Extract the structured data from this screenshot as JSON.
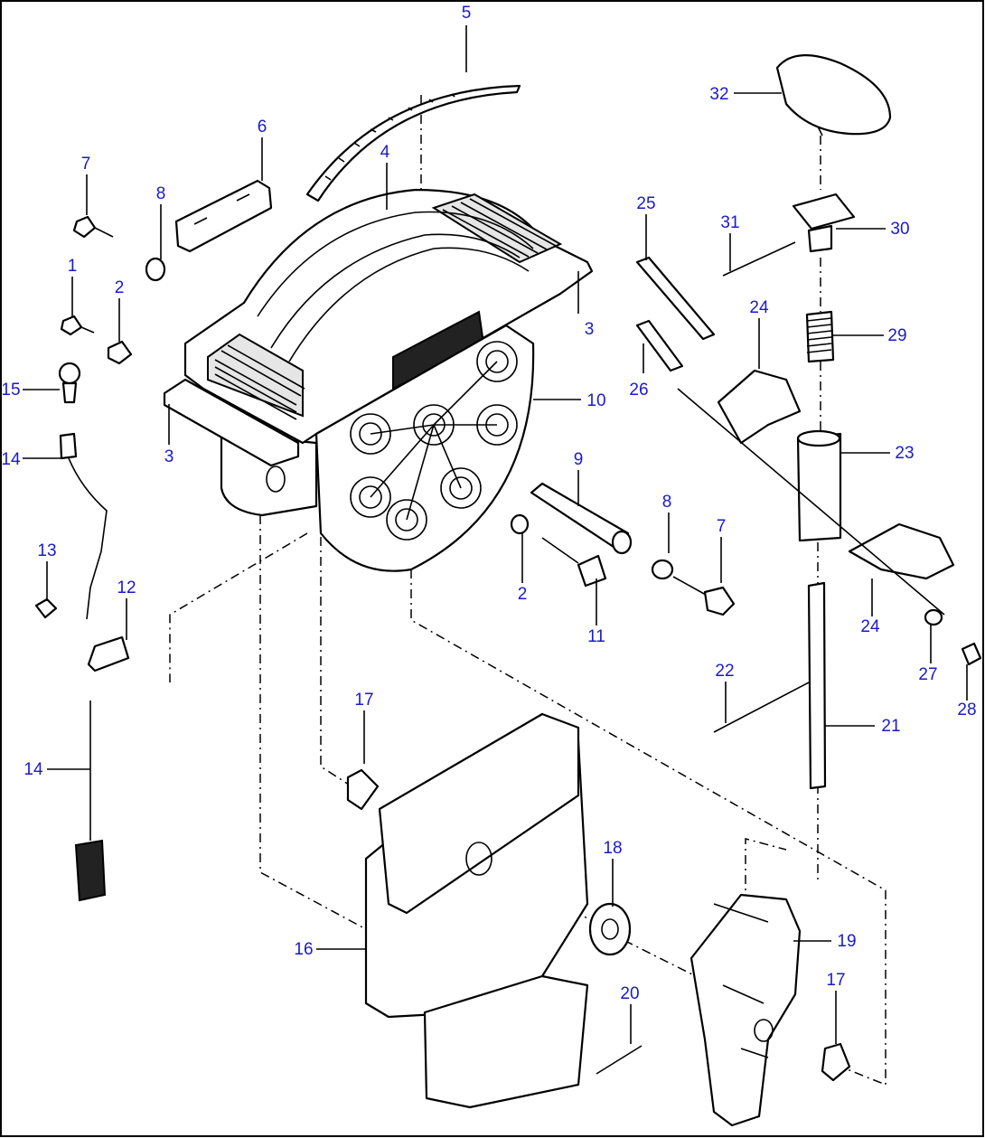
{
  "diagram": {
    "callouts": [
      {
        "id": "c5",
        "label": "5"
      },
      {
        "id": "c32",
        "label": "32"
      },
      {
        "id": "c6",
        "label": "6"
      },
      {
        "id": "c4",
        "label": "4"
      },
      {
        "id": "c7a",
        "label": "7"
      },
      {
        "id": "c8a",
        "label": "8"
      },
      {
        "id": "c25",
        "label": "25"
      },
      {
        "id": "c31",
        "label": "31"
      },
      {
        "id": "c30",
        "label": "30"
      },
      {
        "id": "c1",
        "label": "1"
      },
      {
        "id": "c2a",
        "label": "2"
      },
      {
        "id": "c3a",
        "label": "3"
      },
      {
        "id": "c24a",
        "label": "24"
      },
      {
        "id": "c29",
        "label": "29"
      },
      {
        "id": "c15",
        "label": "15"
      },
      {
        "id": "c26",
        "label": "26"
      },
      {
        "id": "c10",
        "label": "10"
      },
      {
        "id": "c14a",
        "label": "14"
      },
      {
        "id": "c3b",
        "label": "3"
      },
      {
        "id": "c9",
        "label": "9"
      },
      {
        "id": "c23",
        "label": "23"
      },
      {
        "id": "c8b",
        "label": "8"
      },
      {
        "id": "c7b",
        "label": "7"
      },
      {
        "id": "c13",
        "label": "13"
      },
      {
        "id": "c2b",
        "label": "2"
      },
      {
        "id": "c12",
        "label": "12"
      },
      {
        "id": "c24b",
        "label": "24"
      },
      {
        "id": "c11",
        "label": "11"
      },
      {
        "id": "c22",
        "label": "22"
      },
      {
        "id": "c27",
        "label": "27"
      },
      {
        "id": "c28",
        "label": "28"
      },
      {
        "id": "c17a",
        "label": "17"
      },
      {
        "id": "c21",
        "label": "21"
      },
      {
        "id": "c14b",
        "label": "14"
      },
      {
        "id": "c18",
        "label": "18"
      },
      {
        "id": "c16",
        "label": "16"
      },
      {
        "id": "c19",
        "label": "19"
      },
      {
        "id": "c17b",
        "label": "17"
      },
      {
        "id": "c20",
        "label": "20"
      }
    ]
  }
}
